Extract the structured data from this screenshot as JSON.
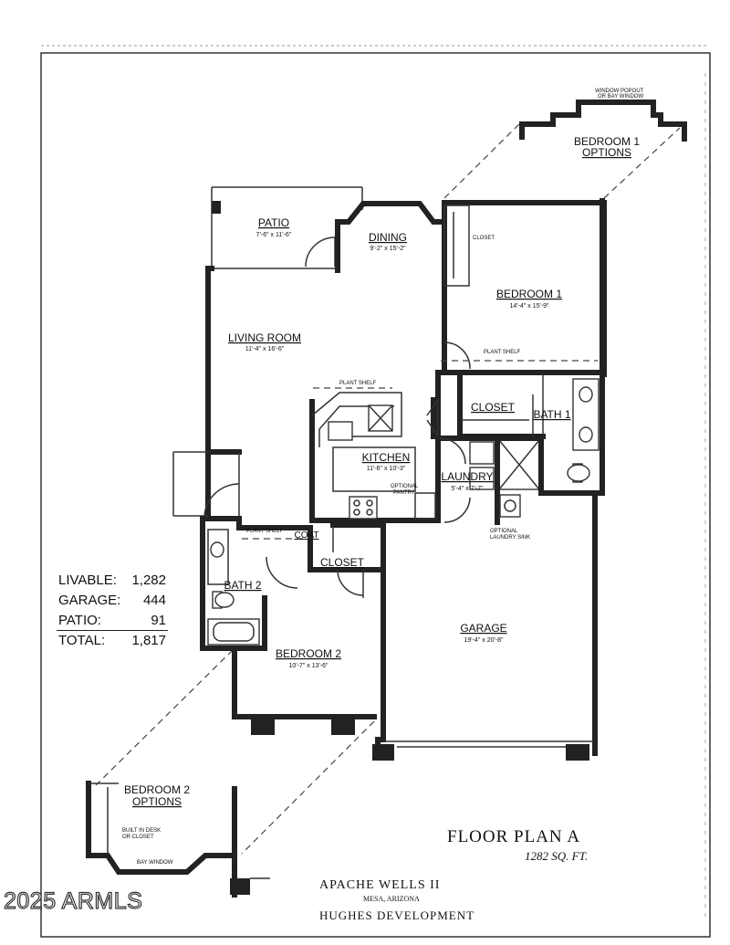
{
  "rooms": {
    "patio": {
      "name": "PATIO",
      "dims": "7'-6\" x 11'-6\""
    },
    "dining": {
      "name": "DINING",
      "dims": "9'-2\" x 15'-2\""
    },
    "living": {
      "name": "LIVING ROOM",
      "dims": "11'-4\" x 16'-6\""
    },
    "bedroom1": {
      "name": "BEDROOM 1",
      "dims": "14'-4\" x 15'-9\""
    },
    "closet_b1": {
      "name": "CLOSET"
    },
    "closet_main": {
      "name": "CLOSET"
    },
    "bath1": {
      "name": "BATH 1"
    },
    "kitchen": {
      "name": "KITCHEN",
      "dims": "11'-6\" x 10'-3\""
    },
    "laundry": {
      "name": "LAUNDRY",
      "dims": "5'-4\" x 7'-7\""
    },
    "coat": {
      "name": "COAT"
    },
    "closet_hall": {
      "name": "CLOSET"
    },
    "bath2": {
      "name": "BATH 2"
    },
    "bedroom2": {
      "name": "BEDROOM 2",
      "dims": "10'-7\" x 13'-6\""
    },
    "garage": {
      "name": "GARAGE",
      "dims": "19'-4\" x 20'-8\""
    }
  },
  "notes": {
    "plant_shelf": "PLANT SHELF",
    "optional_pantry_1": "OPTIONAL",
    "optional_pantry_2": "PANTRY",
    "optional_sink_1": "OPTIONAL",
    "optional_sink_2": "LAUNDRY SINK",
    "bay_window": "BAY WINDOW",
    "built_in_1": "BUILT IN DESK",
    "built_in_2": "OR CLOSET",
    "window_popout_1": "WINDOW POPOUT",
    "window_popout_2": "OR BAY WINDOW"
  },
  "options": {
    "bedroom1": [
      "BEDROOM 1",
      "OPTIONS"
    ],
    "bedroom2": [
      "BEDROOM 2",
      "OPTIONS"
    ]
  },
  "stats": [
    {
      "label": "LIVABLE:",
      "value": "1,282"
    },
    {
      "label": "GARAGE:",
      "value": "444"
    },
    {
      "label": "PATIO:",
      "value": "91"
    },
    {
      "label": "TOTAL:",
      "value": "1,817"
    }
  ],
  "title": {
    "plan": "FLOOR PLAN  A",
    "sqft": "1282 SQ. FT."
  },
  "developer": {
    "community": "APACHE WELLS II",
    "location": "MESA, ARIZONA",
    "builder": "HUGHES DEVELOPMENT"
  },
  "watermark": "2025 ARMLS"
}
